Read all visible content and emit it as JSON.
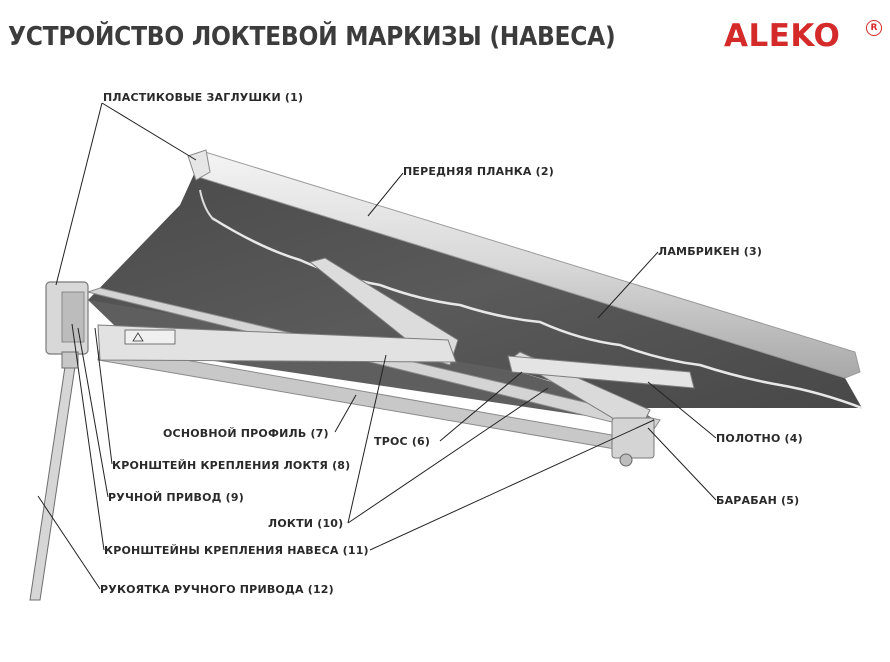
{
  "title": "УСТРОЙСТВО ЛОКТЕВОЙ МАРКИЗЫ (НАВЕСА)",
  "brand": {
    "name": "ALEKO",
    "mark": "R"
  },
  "labels": {
    "plastic_caps": "ПЛАСТИКОВЫЕ ЗАГЛУШКИ (1)",
    "front_bar": "ПЕРЕДНЯЯ ПЛАНКА (2)",
    "valance": "ЛАМБРИКЕН (3)",
    "fabric": "ПОЛОТНО (4)",
    "drum": "БАРАБАН (5)",
    "cable": "ТРОС (6)",
    "main_profile": "ОСНОВНОЙ ПРОФИЛЬ (7)",
    "elbow_bracket": "КРОНШТЕЙН КРЕПЛЕНИЯ ЛОКТЯ (8)",
    "manual_drive": "РУЧНОЙ ПРИВОД (9)",
    "elbows": "ЛОКТИ (10)",
    "awning_brackets": "КРОНШТЕЙНЫ КРЕПЛЕНИЯ НАВЕСА (11)",
    "handle": "РУКОЯТКА РУЧНОГО ПРИВОДА (12)"
  },
  "colors": {
    "brand": "#d42a2a",
    "fabric": "#545454",
    "text": "#2a2a2a"
  }
}
